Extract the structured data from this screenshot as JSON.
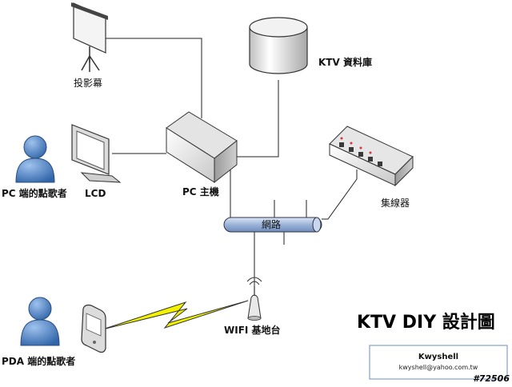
{
  "labels": {
    "projector": "投影幕",
    "database": "KTV 資料庫",
    "pc_host": "PC 主機",
    "pc_user": "PC 端的點歌者",
    "lcd": "LCD",
    "hub": "集線器",
    "network": "網路",
    "wifi": "WIFI 基地台",
    "pda_user": "PDA 端的點歌者"
  },
  "title": "KTV DIY 設計圖",
  "author": {
    "name": "Kwyshell",
    "email": "kwyshell@yahoo.com.tw"
  },
  "image_id": "#72506",
  "colors": {
    "person": "#4f86c6",
    "bus": "#9bb3d8",
    "lightning": "#f2f200",
    "line": "#222222"
  }
}
